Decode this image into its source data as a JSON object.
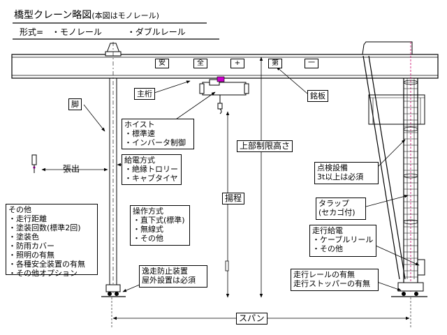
{
  "title": {
    "main": "橋型クレーン略図",
    "note": "(本図はモノレール)"
  },
  "type_row": {
    "label": "形式=",
    "option1": "・モノレール",
    "option2": "・ダブルレール"
  },
  "girder_panels": [
    "安",
    "全",
    "+",
    "第",
    "一"
  ],
  "labels": {
    "main_girder": "主桁",
    "leg": "脚",
    "overhang": "張出",
    "nameplate": "銘板",
    "upper_limit_height": "上部制限高さ",
    "lift": "揚程",
    "span": "スパン"
  },
  "hoist": {
    "heading": "ホイスト",
    "items": [
      "・標準速",
      "・インバータ制御"
    ]
  },
  "power_supply": {
    "heading": "給電方式",
    "items": [
      "・絶縁トロリー",
      "・キャブタイヤ"
    ]
  },
  "operation": {
    "heading": "操作方式",
    "items": [
      "・直下式(標準)",
      "・無線式",
      "・その他"
    ]
  },
  "runaway_prevention": {
    "lines": [
      "逸走防止装置",
      "屋外設置は必須"
    ]
  },
  "inspection": {
    "lines": [
      "点検設備",
      "3t以上は必須"
    ]
  },
  "ladder": {
    "lines": [
      "タラップ",
      "(セカゴ付)"
    ]
  },
  "travel_power": {
    "heading": "走行給電",
    "items": [
      "・ケーブルリール",
      "・その他"
    ]
  },
  "travel_rail": {
    "lines": [
      "走行レールの有無",
      "走行ストッパーの有無"
    ]
  },
  "others": {
    "heading": "その他",
    "items": [
      "・走行距離",
      "・塗装回数(標準2回)",
      "・塗装色",
      "・防雨カバー",
      "・照明の有無",
      "・各種安全装置の有無",
      "・その他オプション"
    ]
  }
}
